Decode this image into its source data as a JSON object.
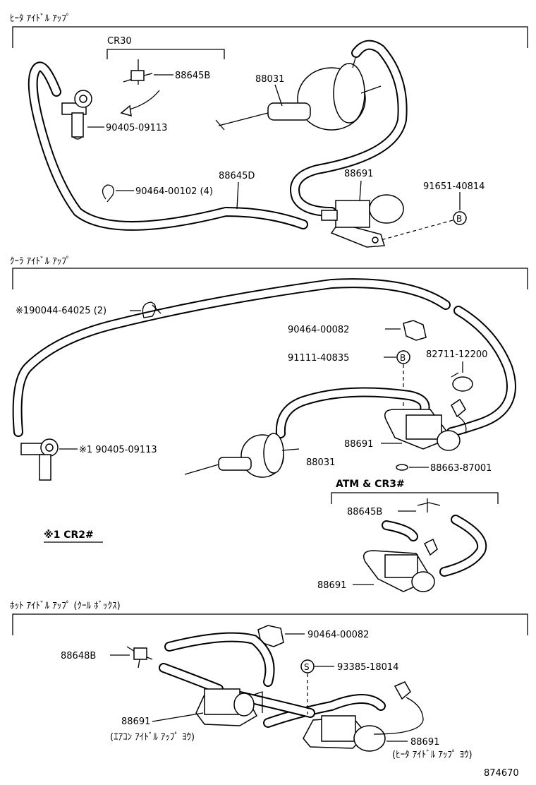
{
  "sections": [
    {
      "title": "ﾋｰﾀ ｱｲﾄﾞﾙ ｱｯﾌﾟ",
      "labels": [
        {
          "key": "cr30",
          "text": "CR30"
        },
        {
          "key": "p88645B",
          "text": "88645B"
        },
        {
          "key": "p90405",
          "text": "90405-09113"
        },
        {
          "key": "p88031",
          "text": "88031"
        },
        {
          "key": "p88645D",
          "text": "88645D"
        },
        {
          "key": "p90464",
          "text": "90464-00102 (4)"
        },
        {
          "key": "p88691",
          "text": "88691"
        },
        {
          "key": "p91651",
          "text": "91651-40814"
        },
        {
          "key": "mB",
          "text": "B"
        }
      ]
    },
    {
      "title": "ｸｰﾗ ｱｲﾄﾞﾙ ｱｯﾌﾟ",
      "labels": [
        {
          "key": "p190044",
          "text": "※190044-64025 (2)"
        },
        {
          "key": "p90464b",
          "text": "90464-00082"
        },
        {
          "key": "p91111",
          "text": "91111-40835"
        },
        {
          "key": "mB2",
          "text": "B"
        },
        {
          "key": "p82711",
          "text": "82711-12200"
        },
        {
          "key": "p90405b",
          "text": "※1 90405-09113"
        },
        {
          "key": "p88691b",
          "text": "88691"
        },
        {
          "key": "p88031b",
          "text": "88031"
        },
        {
          "key": "p88663",
          "text": "88663-87001"
        },
        {
          "key": "atm",
          "text": "ATM & CR3#"
        },
        {
          "key": "p88645Bb",
          "text": "88645B"
        },
        {
          "key": "note",
          "text": "※1 CR2#"
        },
        {
          "key": "p88691c",
          "text": "88691"
        }
      ]
    },
    {
      "title": "ﾎｯﾄ ｱｲﾄﾞﾙ ｱｯﾌﾟ (ｸｰﾙ ﾎﾞｯｸｽ)",
      "labels": [
        {
          "key": "p90464c",
          "text": "90464-00082"
        },
        {
          "key": "p88648B",
          "text": "88648B"
        },
        {
          "key": "mS",
          "text": "S"
        },
        {
          "key": "p93385",
          "text": "93385-18014"
        },
        {
          "key": "p88691d",
          "text": "88691"
        },
        {
          "key": "p88691d_sub",
          "text": "(ｴｱｺﾝ ｱｲﾄﾞﾙ ｱｯﾌﾟ ﾖｳ)"
        },
        {
          "key": "p88691e",
          "text": "88691"
        },
        {
          "key": "p88691e_sub",
          "text": "(ﾋｰﾀ ｱｲﾄﾞﾙ ｱｯﾌﾟ ﾖｳ)"
        }
      ]
    }
  ],
  "figure_number": "874670"
}
